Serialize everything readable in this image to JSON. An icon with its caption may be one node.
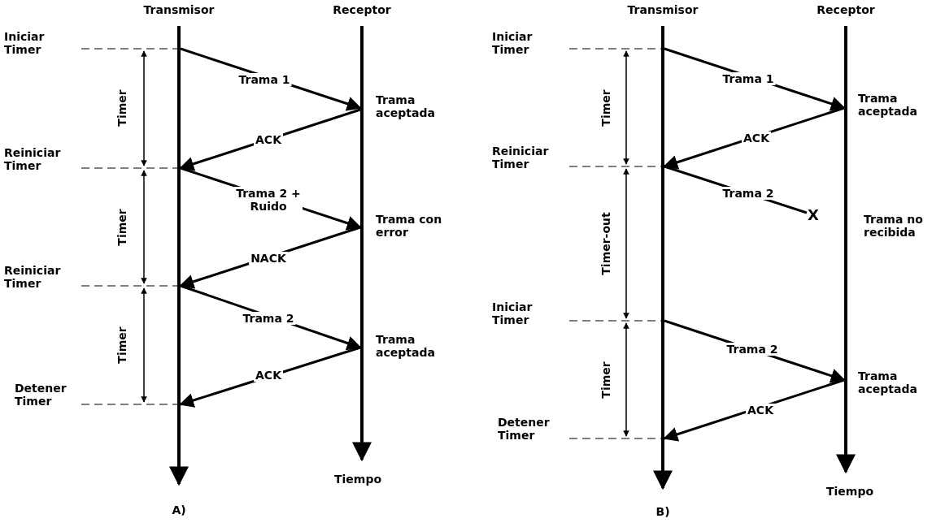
{
  "diagram": {
    "nodes": [
      {
        "text": [
          "Transmisor"
        ]
      },
      {
        "text": [
          "Receptor"
        ]
      },
      {
        "text": [
          "Transmisor"
        ]
      },
      {
        "text": [
          "Receptor"
        ]
      },
      {
        "text": [
          "X"
        ]
      }
    ],
    "edges": [
      {
        "from": 0,
        "to": 1,
        "arrow": "to",
        "label": "Trama 1"
      },
      {
        "from": 1,
        "to": 0,
        "arrow": "to",
        "label": "ACK"
      },
      {
        "from": 0,
        "to": 1,
        "arrow": "to",
        "label": "Trama 2 + Ruido"
      },
      {
        "from": 1,
        "to": 0,
        "arrow": "to",
        "label": "NACK"
      },
      {
        "from": 0,
        "to": 1,
        "arrow": "to",
        "label": "Trama 2"
      },
      {
        "from": 1,
        "to": 0,
        "arrow": "to",
        "label": "ACK"
      },
      {
        "from": 2,
        "to": 3,
        "arrow": "to",
        "label": "Trama 1"
      },
      {
        "from": 3,
        "to": 2,
        "arrow": "to",
        "label": "ACK"
      },
      {
        "from": 2,
        "to": 4,
        "arrow": "none",
        "label": "Trama 2"
      },
      {
        "from": 2,
        "to": 3,
        "arrow": "to",
        "label": "Trama 2"
      },
      {
        "from": 3,
        "to": 2,
        "arrow": "to",
        "label": "ACK"
      }
    ],
    "labels": [
      "Iniciar Timer",
      "Timer",
      "Trama aceptada",
      "Reiniciar Timer",
      "Timer",
      "Trama con error",
      "Reiniciar Timer",
      "Timer",
      "Trama aceptada",
      "Detener Timer",
      "Tiempo",
      "A)",
      "Iniciar Timer",
      "Timer",
      "Trama aceptada",
      "Reiniciar Timer",
      "Timer-out",
      "Trama no recibida",
      "Iniciar Timer",
      "Timer",
      "Trama aceptada",
      "Detener Timer",
      "Tiempo",
      "B)"
    ]
  }
}
